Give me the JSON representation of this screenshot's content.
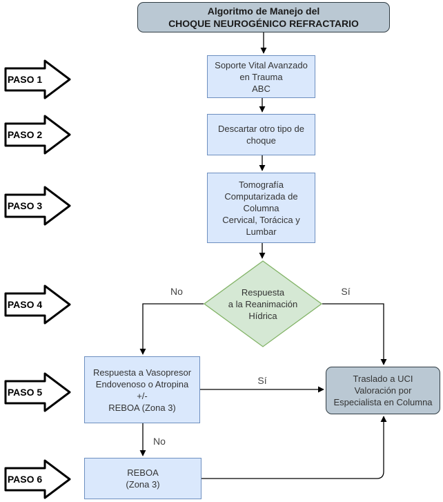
{
  "palette": {
    "process_fill": "#dae8fc",
    "process_border": "#6c8ebf",
    "decision_fill": "#d5e8d4",
    "decision_border": "#82b366",
    "terminal_fill": "#bac8d3",
    "terminal_border": "#2f3b42",
    "line_color": "#000000",
    "step_arrow_fill": "#ffffff",
    "step_arrow_border": "#000000"
  },
  "title": {
    "line1": "Algoritmo de Manejo del",
    "line2": "CHOQUE NEUROGÉNICO REFRACTARIO"
  },
  "steps": [
    {
      "label": "PASO 1"
    },
    {
      "label": "PASO 2"
    },
    {
      "label": "PASO 3"
    },
    {
      "label": "PASO 4"
    },
    {
      "label": "PASO 5"
    },
    {
      "label": "PASO 6"
    }
  ],
  "nodes": {
    "soporte": {
      "type": "process",
      "lines": [
        "Soporte Vital Avanzado",
        "en Trauma",
        "ABC"
      ]
    },
    "descartar": {
      "type": "process",
      "lines": [
        "Descartar otro tipo de",
        "choque"
      ]
    },
    "tomografia": {
      "type": "process",
      "lines": [
        "Tomografía",
        "Computarizada de",
        "Columna",
        "Cervical, Torácica y",
        "Lumbar"
      ]
    },
    "reanimacion": {
      "type": "decision",
      "lines": [
        "Respuesta",
        "a la Reanimación",
        "Hídrica"
      ]
    },
    "vasopresor": {
      "type": "process",
      "lines": [
        "Respuesta a Vasopresor",
        "Endovenoso o Atropina",
        "+/-",
        "REBOA (Zona 3)"
      ]
    },
    "uci": {
      "type": "terminal",
      "lines": [
        "Traslado a UCI",
        "Valoración por",
        "Especialista en Columna"
      ]
    },
    "reboa": {
      "type": "process",
      "lines": [
        "REBOA",
        "(Zona 3)"
      ]
    }
  },
  "edge_labels": {
    "reanimacion_no": "No",
    "reanimacion_si": "Sí",
    "vasopresor_si": "Sí",
    "vasopresor_no": "No"
  }
}
